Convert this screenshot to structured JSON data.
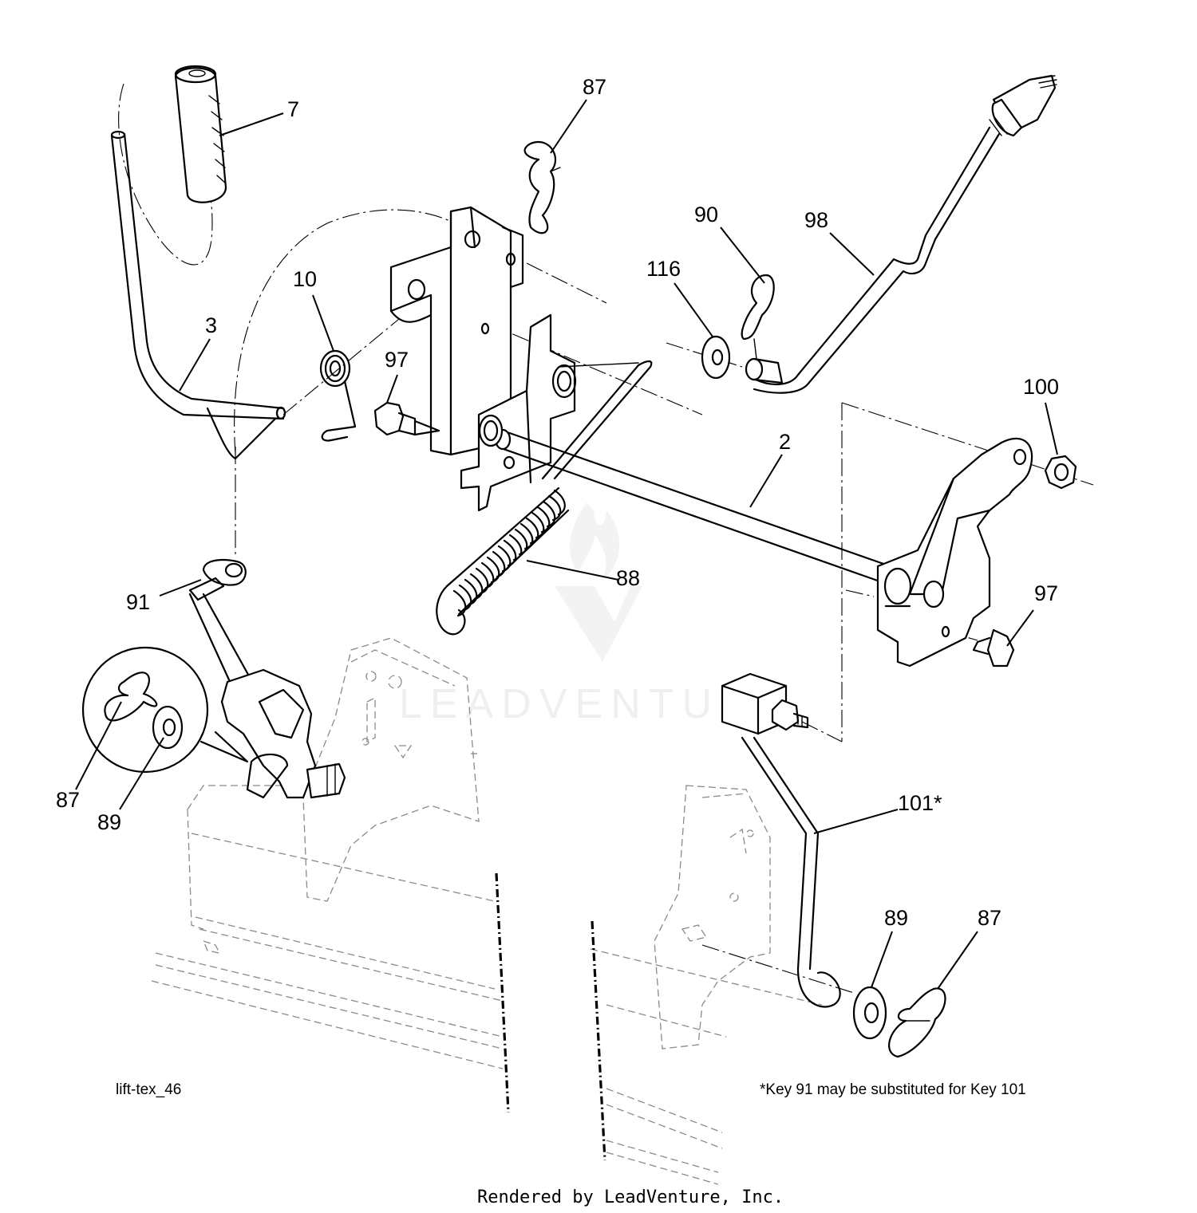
{
  "diagram": {
    "callouts": [
      {
        "id": "c-7",
        "text": "7"
      },
      {
        "id": "c-87-top",
        "text": "87"
      },
      {
        "id": "c-90",
        "text": "90"
      },
      {
        "id": "c-98",
        "text": "98"
      },
      {
        "id": "c-116",
        "text": "116"
      },
      {
        "id": "c-10",
        "text": "10"
      },
      {
        "id": "c-3",
        "text": "3"
      },
      {
        "id": "c-97-left",
        "text": "97"
      },
      {
        "id": "c-100",
        "text": "100"
      },
      {
        "id": "c-2",
        "text": "2"
      },
      {
        "id": "c-88",
        "text": "88"
      },
      {
        "id": "c-91",
        "text": "91"
      },
      {
        "id": "c-97-right",
        "text": "97"
      },
      {
        "id": "c-87-left",
        "text": "87"
      },
      {
        "id": "c-89-left",
        "text": "89"
      },
      {
        "id": "c-101",
        "text": "101*"
      },
      {
        "id": "c-89-right",
        "text": "89"
      },
      {
        "id": "c-87-right",
        "text": "87"
      }
    ],
    "figure_code": "lift-tex_46",
    "footnote": "*Key 91 may be substituted for Key 101",
    "rendered_by": "Rendered by LeadVenture, Inc.",
    "watermark": "LEADVENTURE"
  }
}
